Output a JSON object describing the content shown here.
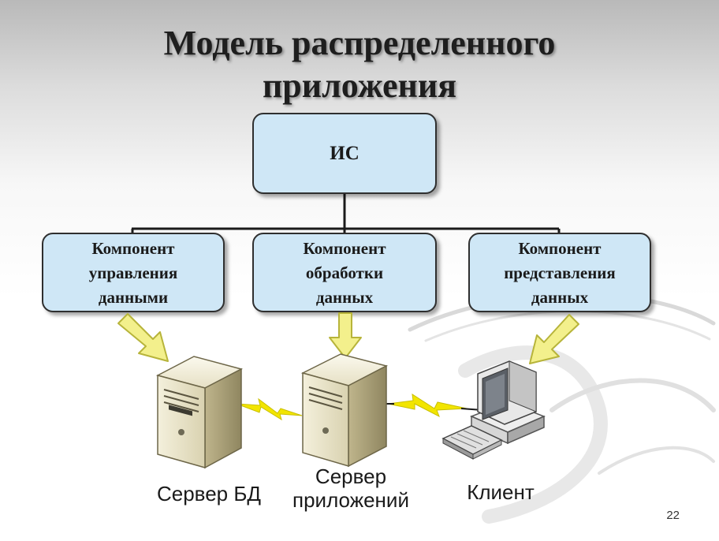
{
  "slide": {
    "title_lines": [
      "Модель распределенного",
      "приложения"
    ],
    "page_number": "22"
  },
  "diagram": {
    "root": {
      "label": "ИС"
    },
    "components": [
      {
        "lines": [
          "Компонент",
          "управления",
          "данными"
        ]
      },
      {
        "lines": [
          "Компонент",
          "обработки",
          "данных"
        ]
      },
      {
        "lines": [
          "Компонент",
          "представления",
          "данных"
        ]
      }
    ],
    "nodes": {
      "db_server": {
        "label": "Сервер БД"
      },
      "app_server": {
        "label_lines": [
          "Сервер",
          "приложений"
        ]
      },
      "client": {
        "label": "Клиент"
      }
    },
    "colors": {
      "box_fill": "#cfe7f6",
      "arrow_fill": "#f3f08c",
      "arrow_stroke": "#c8c83c",
      "link": "#f0e600"
    }
  }
}
